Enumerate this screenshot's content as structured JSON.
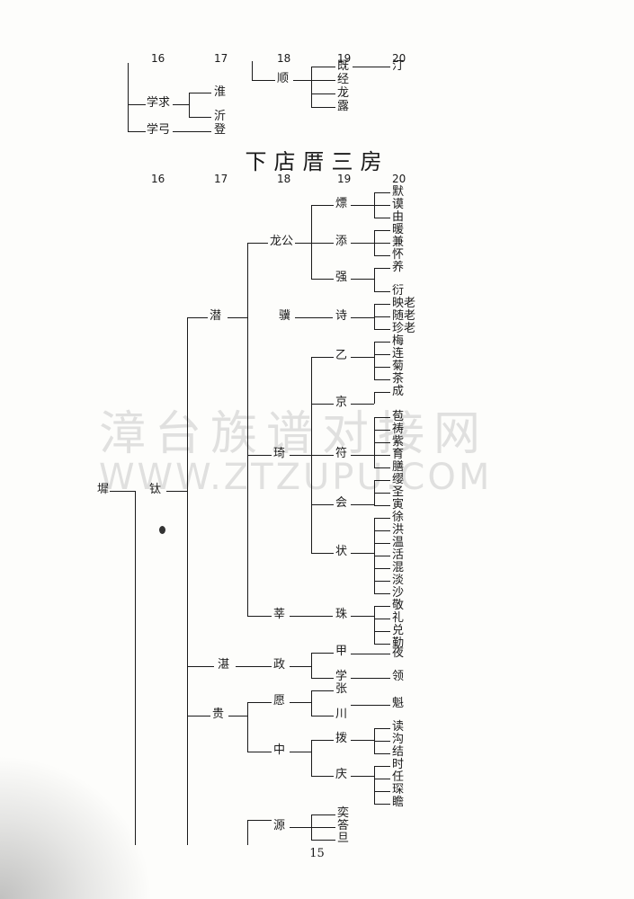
{
  "header": {
    "generations_top": [
      "16",
      "17",
      "18",
      "19",
      "20"
    ],
    "title": "下店厝三房",
    "generations": [
      "16",
      "17",
      "18",
      "19",
      "20"
    ],
    "page_number": "15"
  },
  "watermark": {
    "cn": "漳台族谱对接网",
    "url": "WWW.ZTZUPU.COM"
  },
  "top_tree": {
    "xueqiu": "学求",
    "xuegong": "学弓",
    "zhun": "淮",
    "yi": "沂",
    "deng": "登",
    "shun": "顺",
    "ji": "既",
    "jing": "经",
    "long": "龙",
    "lu": "露",
    "ting": "汀"
  },
  "main_tree": {
    "root": "墀",
    "tai": "钛",
    "gen17": {
      "qian": "潜",
      "zhan": "湛",
      "gui": "贵"
    },
    "gen18": {
      "longgong": "龙公",
      "ji": "骥",
      "qi": "琦",
      "xin": "莘",
      "zheng": "政",
      "en": "愿",
      "zhong": "中",
      "yuan": "源"
    },
    "gen19": {
      "biao": "熛",
      "tian": "添",
      "qiang": "强",
      "shi": "诗",
      "yi": "乙",
      "jing": "京",
      "fu": "符",
      "hui": "会",
      "zhuang": "状",
      "zhu": "珠",
      "jia": "甲",
      "xue": "学",
      "zhang": "张",
      "chuan": "川",
      "bo": "拨",
      "qing": "庆"
    },
    "gen20": {
      "biao": [
        "默",
        "谟",
        "由"
      ],
      "tian": [
        "暖",
        "兼",
        "怀"
      ],
      "qiang": [
        "养",
        "衍"
      ],
      "shi": [
        "映老",
        "随老",
        "珍老"
      ],
      "yi": [
        "梅",
        "连",
        "菊",
        "茶"
      ],
      "jing": [
        "成"
      ],
      "fu": [
        "苞",
        "祷",
        "紫",
        "育",
        "膳"
      ],
      "hui": [
        "缨",
        "圣",
        "寅"
      ],
      "zhuang": [
        "徐",
        "洪",
        "温",
        "活",
        "混",
        "淡",
        "沙"
      ],
      "zhu": [
        "敬",
        "礼",
        "兑",
        "勤"
      ],
      "jia": [
        "夜"
      ],
      "xue": [
        "领"
      ],
      "chuan": [
        "魁"
      ],
      "bo": [
        "读",
        "沟",
        "结"
      ],
      "qing": [
        "时",
        "任",
        "琛",
        "瞻"
      ],
      "yuan": [
        "奕",
        "答",
        "旦"
      ]
    }
  }
}
